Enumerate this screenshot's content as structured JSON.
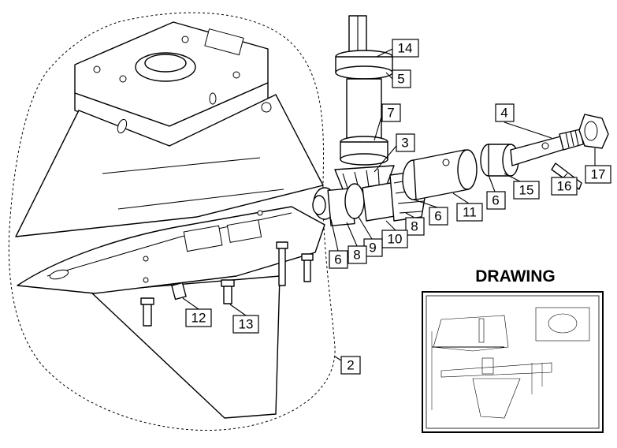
{
  "drawing_title": "DRAWING",
  "callouts": [
    {
      "id": "14",
      "label": "14"
    },
    {
      "id": "5",
      "label": "5"
    },
    {
      "id": "7",
      "label": "7"
    },
    {
      "id": "3",
      "label": "3"
    },
    {
      "id": "4",
      "label": "4"
    },
    {
      "id": "17",
      "label": "17"
    },
    {
      "id": "16",
      "label": "16"
    },
    {
      "id": "15",
      "label": "15"
    },
    {
      "id": "6a",
      "label": "6"
    },
    {
      "id": "11",
      "label": "11"
    },
    {
      "id": "6b",
      "label": "6"
    },
    {
      "id": "8a",
      "label": "8"
    },
    {
      "id": "10",
      "label": "10"
    },
    {
      "id": "9",
      "label": "9"
    },
    {
      "id": "8b",
      "label": "8"
    },
    {
      "id": "6c",
      "label": "6"
    },
    {
      "id": "12",
      "label": "12"
    },
    {
      "id": "13",
      "label": "13"
    },
    {
      "id": "2",
      "label": "2"
    }
  ]
}
